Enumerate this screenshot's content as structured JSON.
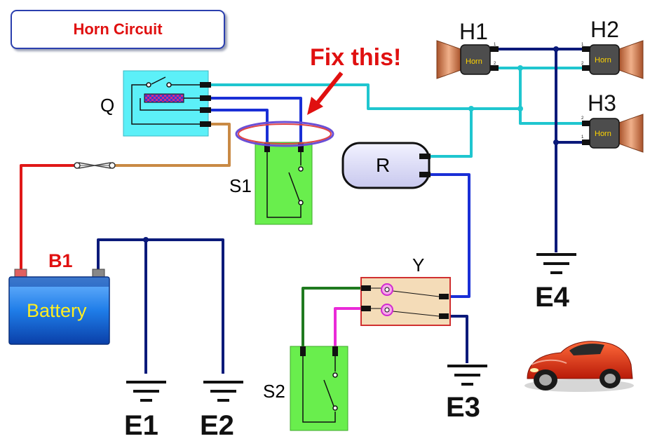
{
  "title": "Horn Circuit",
  "callout": "Fix this!",
  "labels": {
    "h1": "H1",
    "h2": "H2",
    "h3": "H3",
    "q": "Q",
    "s1": "S1",
    "s2": "S2",
    "r": "R",
    "y": "Y",
    "b1": "B1",
    "battery": "Battery",
    "e1": "E1",
    "e2": "E2",
    "e3": "E3",
    "e4": "E4"
  },
  "horn_text": "Horn",
  "pins": {
    "one": "1",
    "two": "2"
  },
  "colors": {
    "navy": "#0b1a7a",
    "cyan": "#1fc6cf",
    "blue": "#1a2fd6",
    "brown": "#c98a45",
    "red": "#e01818",
    "green": "#1f7a1f",
    "magenta": "#ea2ad8",
    "relay_q": "#5cf0f8",
    "switch": "#69ee4d",
    "relay_y": "#f4dcb8",
    "battery": "#1f7de8",
    "label_red": "#e01010"
  }
}
